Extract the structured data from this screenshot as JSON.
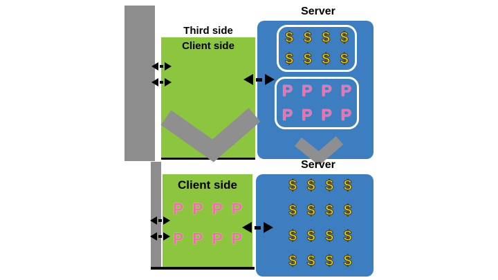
{
  "colors": {
    "client_green": "#8cc63e",
    "server_blue": "#3c7ec0",
    "bar_gray": "#8d8d8d",
    "money_yellow": "#f5d622",
    "points_pink": "#f26fae",
    "text_black": "#000000"
  },
  "top": {
    "client_label_line1": "Third side",
    "client_label_line2": "Client side",
    "server_label": "Server",
    "server_money_rows": [
      "$ $ $ $",
      "$ $ $ $"
    ],
    "server_points_rows": [
      "P P P P",
      "P P P P"
    ]
  },
  "bottom": {
    "client_label": "Client side",
    "server_label": "Server",
    "client_points_rows": [
      "P P P P",
      "P P P P"
    ],
    "server_money_rows": [
      "$ $ $ $",
      "$ $ $ $",
      "$ $ $ $",
      "$ $ $ $"
    ]
  },
  "icons": {
    "sync_arrow": "double-headed-arrow",
    "exchange_arrows": "stacked-double-arrows",
    "transition_chevron": "down-chevron-arrow"
  }
}
